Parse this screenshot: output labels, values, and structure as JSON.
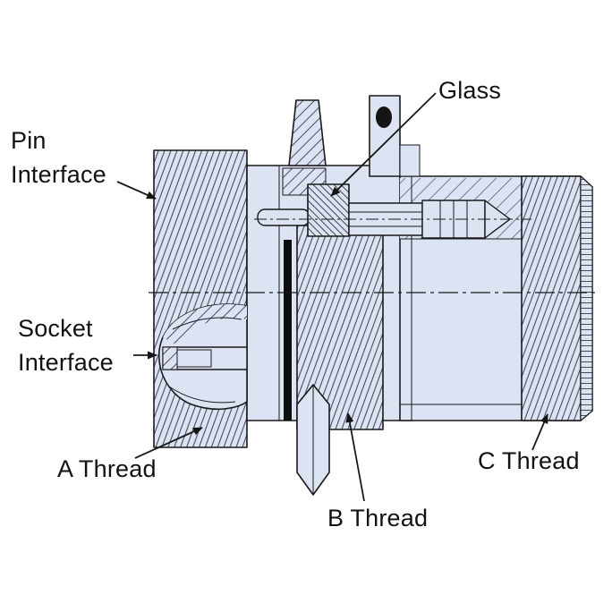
{
  "diagram": {
    "background": "#ffffff",
    "body_fill": "#dce3f3",
    "outline_color": "#1a1a1a",
    "gasket_color": "#0d0d0d",
    "text_color": "#121212"
  },
  "labels": {
    "glass": {
      "text": "Glass"
    },
    "pin_interface": {
      "line1": "Pin",
      "line2": "Interface"
    },
    "socket_interface": {
      "line1": "Socket",
      "line2": "Interface"
    },
    "a_thread": {
      "text": "A Thread"
    },
    "b_thread": {
      "text": "B Thread"
    },
    "c_thread": {
      "text": "C Thread"
    }
  }
}
